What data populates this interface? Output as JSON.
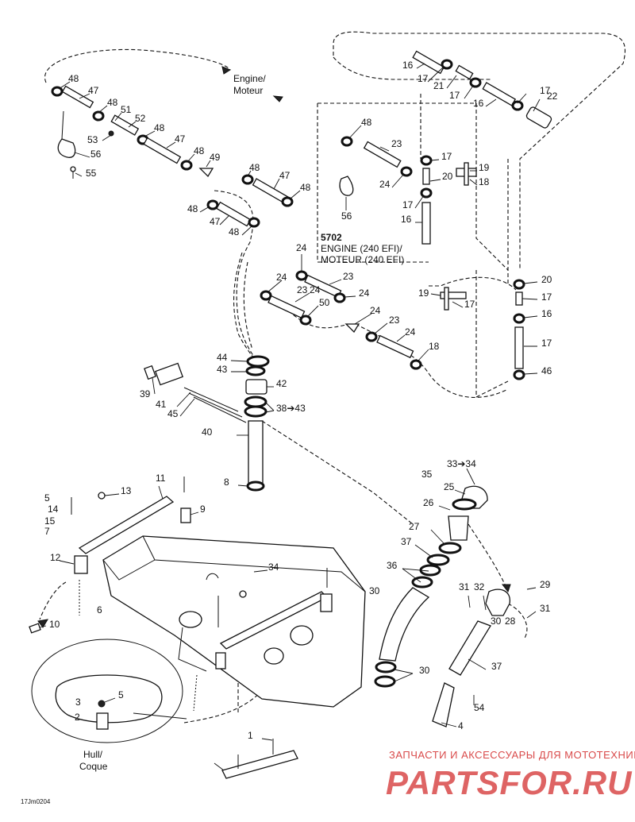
{
  "diagram": {
    "title_block": {
      "code": "5702",
      "line1": "ENGINE (240 EFI)/",
      "line2": "MOTEUR (240 EFI)"
    },
    "engine_label": {
      "line1": "Engine/",
      "line2": "Moteur"
    },
    "hull_label": {
      "line1": "Hull/",
      "line2": "Coque"
    },
    "drawing_code": "17Jm0204",
    "watermark": {
      "line1": "ЗАПЧАСТИ И АКСЕССУАРЫ ДЛЯ МОТОТЕХНИКИ",
      "line2": "PARTSFOR.RU"
    },
    "callouts": [
      "48",
      "47",
      "48",
      "51",
      "52",
      "48",
      "53",
      "47",
      "48",
      "49",
      "56",
      "55",
      "48",
      "47",
      "48",
      "48",
      "47",
      "48",
      "16",
      "17",
      "21",
      "17",
      "17",
      "16",
      "22",
      "48",
      "23",
      "17",
      "24",
      "20",
      "19",
      "18",
      "17",
      "16",
      "56",
      "24",
      "23",
      "24",
      "23",
      "24",
      "24",
      "50",
      "24",
      "23",
      "24",
      "18",
      "19",
      "17",
      "20",
      "17",
      "16",
      "17",
      "46",
      "44",
      "43",
      "39",
      "42",
      "41",
      "45",
      "38➔43",
      "40",
      "8",
      "11",
      "13",
      "5",
      "14",
      "15",
      "7",
      "9",
      "12",
      "10",
      "6",
      "34",
      "33➔34",
      "35",
      "25",
      "26",
      "27",
      "37",
      "36",
      "30",
      "31",
      "32",
      "29",
      "31",
      "30",
      "28",
      "37",
      "30",
      "54",
      "4",
      "5",
      "3",
      "2",
      "1"
    ]
  }
}
